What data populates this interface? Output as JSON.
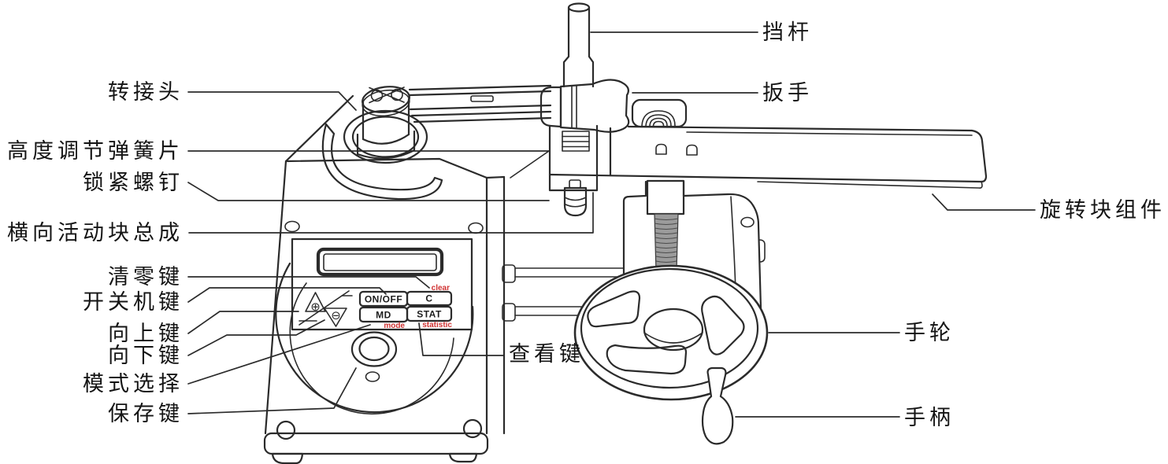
{
  "figure": {
    "kind": "labeled technical line diagram",
    "subject": "digital torque tester / wrench calibrator with control panel, beam and handwheel",
    "background_color": "#ffffff",
    "line_color": "#2b2b2b",
    "accent_red": "#d03333",
    "thread_fill": "#9b9b9b"
  },
  "labels": {
    "adapter": "转接头",
    "height_spring": "高度调节弹簧片",
    "lock_screw": "锁紧螺钉",
    "cross_block": "横向活动块总成",
    "clear_key": "清零键",
    "power_key": "开关机键",
    "up_key": "向上键",
    "down_key": "向下键",
    "mode_select": "模式选择",
    "save_key": "保存键",
    "view_key": "查看键",
    "stop_rod": "挡杆",
    "wrench": "扳手",
    "rotary_block": "旋转块组件",
    "handwheel": "手轮",
    "handle": "手柄"
  },
  "panel": {
    "buttons": {
      "on_off": "ON/OFF",
      "c": "C",
      "md": "MD",
      "stat": "STAT"
    },
    "annotations": {
      "clear": "clear",
      "mode": "mode",
      "statistic": "statistic"
    },
    "symbols": {
      "plus": "⊕",
      "minus": "⊖"
    }
  }
}
